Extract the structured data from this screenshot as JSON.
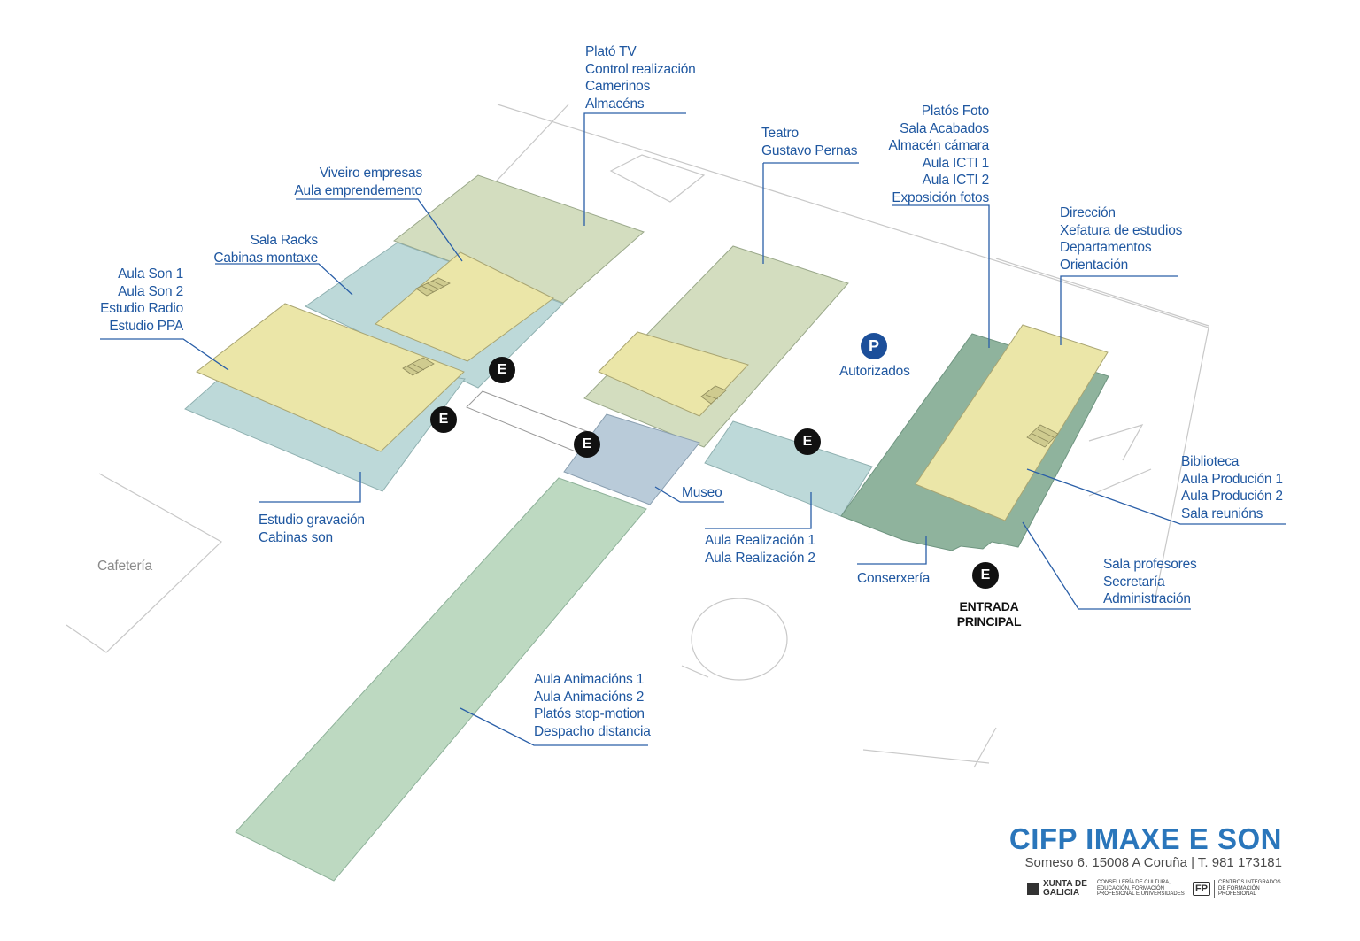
{
  "colors": {
    "label_blue": "#1f57a0",
    "leader_line": "#2a5fa8",
    "olive": "#d3ddbf",
    "pale_yellow": "#ebe6a8",
    "light_teal": "#bdd9d9",
    "mint": "#bdd9c1",
    "dark_green": "#8fb39d",
    "museum_blue": "#b9cbd9",
    "badge_black": "#111111",
    "parking_blue": "#1c4f9a",
    "brand_blue": "#2a76bb"
  },
  "labels": {
    "plato_tv": [
      "Plató TV",
      "Control realización",
      "Camerinos",
      "Almacéns"
    ],
    "viveiro": [
      "Viveiro empresas",
      "Aula emprendemento"
    ],
    "sala_racks": [
      "Sala Racks",
      "Cabinas montaxe"
    ],
    "aula_son": [
      "Aula Son 1",
      "Aula Son 2",
      "Estudio Radio",
      "Estudio PPA"
    ],
    "teatro": [
      "Teatro",
      "Gustavo Pernas"
    ],
    "platos_foto": [
      "Platós Foto",
      "Sala Acabados",
      "Almacén cámara",
      "Aula ICTI 1",
      "Aula ICTI 2",
      "Exposición fotos"
    ],
    "direccion": [
      "Dirección",
      "Xefatura de estudios",
      "Departamentos",
      "Orientación"
    ],
    "biblioteca": [
      "Biblioteca",
      "Aula Produción 1",
      "Aula Produción 2",
      "Sala reunións"
    ],
    "sala_profesores": [
      "Sala profesores",
      "Secretaría",
      "Administración"
    ],
    "estudio_gravacion": [
      "Estudio gravación",
      "Cabinas son"
    ],
    "museo": [
      "Museo"
    ],
    "aula_realizacion": [
      "Aula Realización 1",
      "Aula Realización 2"
    ],
    "conserxeria": [
      "Conserxería"
    ],
    "animacions": [
      "Aula Animacións 1",
      "Aula Animacións 2",
      "Platós stop-motion",
      "Despacho distancia"
    ],
    "cafeteria": [
      "Cafetería"
    ],
    "autorizados": [
      "Autorizados"
    ],
    "entrada": [
      "ENTRADA",
      "PRINCIPAL"
    ]
  },
  "badges": {
    "entrance_letter": "E",
    "parking_letter": "P"
  },
  "brand": {
    "title": "CIFP IMAXE E SON",
    "address": "Someso 6. 15008 A Coruña  |  T. 981 173181",
    "xunta_name": "XUNTA DE GALICIA",
    "xunta_dept": "CONSELLERÍA DE CULTURA, EDUCACIÓN, FORMACIÓN PROFESIONAL E UNIVERSIDADES",
    "fp_mark": "FP",
    "fp_text": "CENTROS INTEGRADOS DE FORMACIÓN PROFESIONAL"
  }
}
